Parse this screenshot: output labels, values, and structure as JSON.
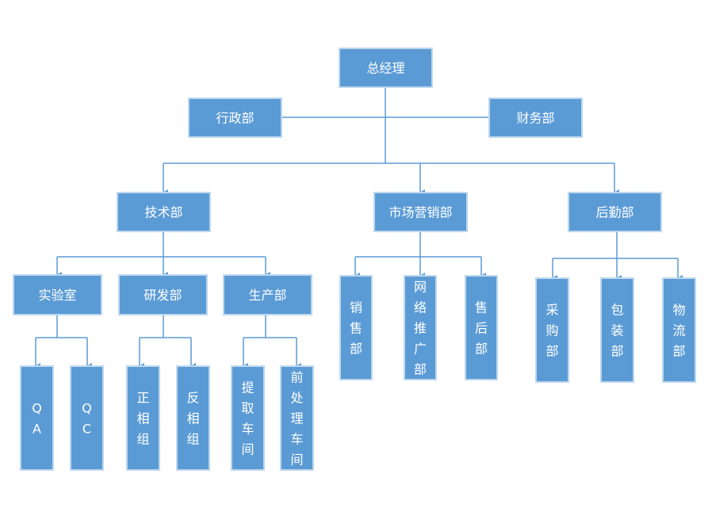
{
  "nodes": {
    "ceo": "总经理",
    "admin": "行政部",
    "finance": "财务部",
    "tech": "技术部",
    "marketing": "市场营销部",
    "logistics": "后勤部",
    "lab": "实验室",
    "rnd": "研发部",
    "production": "生产部",
    "qa": "QA",
    "qc": "QC",
    "forward": "正相组",
    "reverse": "反相组",
    "extraction": "提取车间",
    "preprocess": "前处理车间",
    "sales": "销售部",
    "online": "网络推广部",
    "aftersales": "售后部",
    "purchasing": "采购部",
    "packaging": "包装部",
    "materialflow": "物流部"
  },
  "colors": {
    "box_fill": "#5b9bd5",
    "box_border": "#bdd7ee",
    "connector": "#5b9bd5",
    "text": "#ffffff"
  }
}
